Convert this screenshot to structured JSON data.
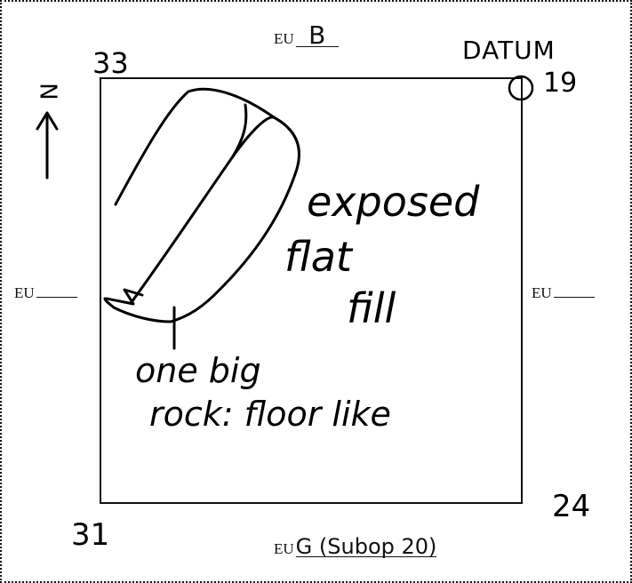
{
  "unit_labels": {
    "north": {
      "prefix": "EU",
      "value": "B"
    },
    "south": {
      "prefix": "EU",
      "value": "G (Subop 20)"
    },
    "west": {
      "prefix": "EU",
      "value": ""
    },
    "east": {
      "prefix": "EU",
      "value": ""
    }
  },
  "corners": {
    "nw": "33",
    "ne": "19",
    "sw": "31",
    "se": "24"
  },
  "datum_label": "DATUM",
  "north_arrow_label": "N",
  "notes": {
    "right": [
      "exposed",
      "flat",
      "fill"
    ],
    "bottom": [
      "one big",
      "rock: floor like"
    ]
  }
}
